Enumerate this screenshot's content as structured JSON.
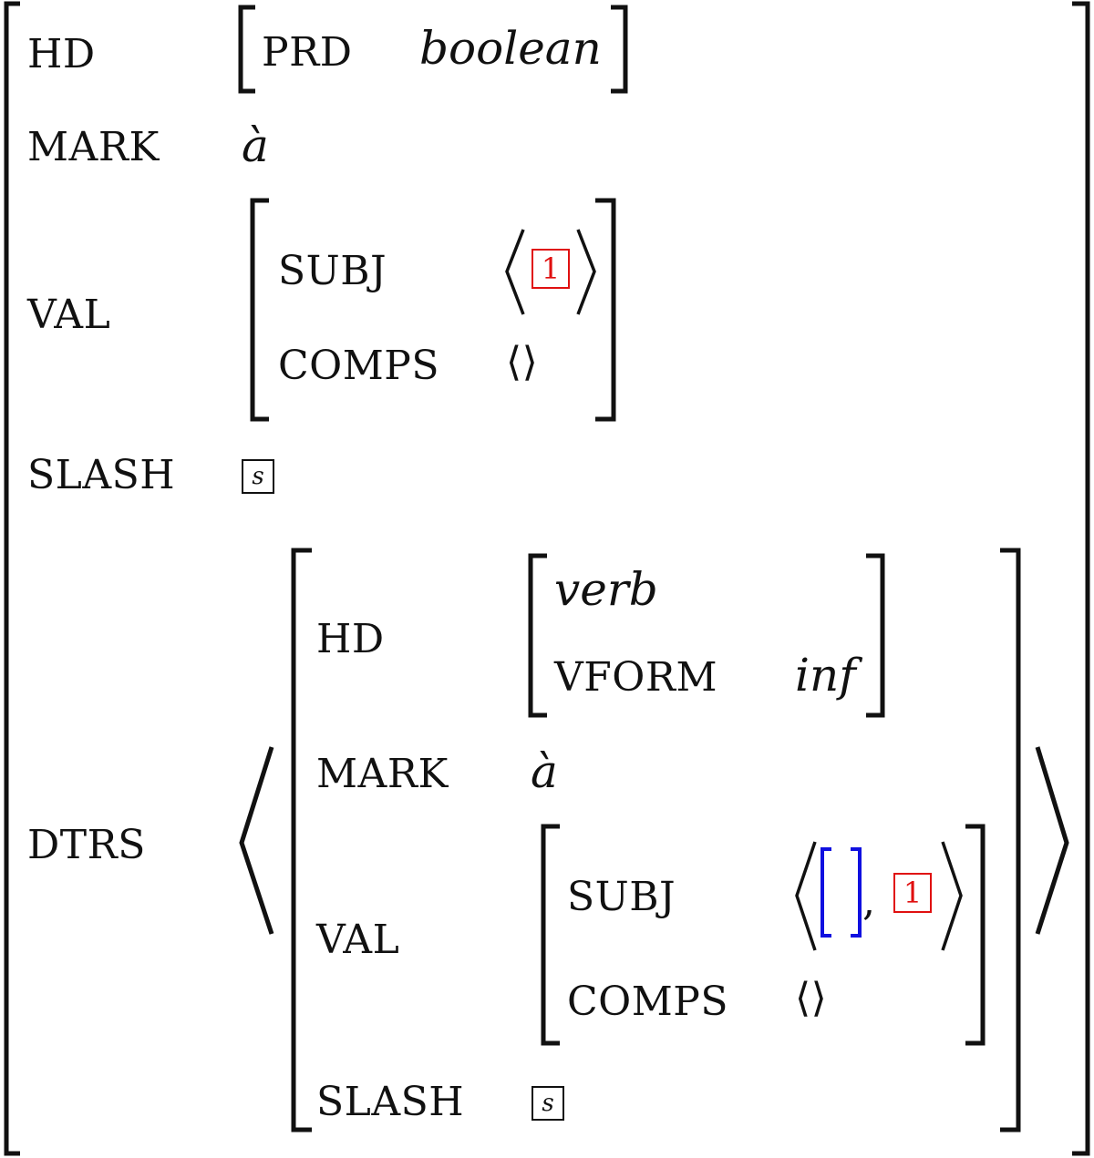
{
  "avm": {
    "hd": {
      "label": "HD",
      "prd_label": "PRD",
      "prd_value": "boolean"
    },
    "mark": {
      "label": "MARK",
      "value": "à"
    },
    "val": {
      "label": "VAL",
      "subj_label": "SUBJ",
      "subj_tag": "1",
      "comps_label": "COMPS",
      "comps_value": "⟨⟩"
    },
    "slash": {
      "label": "SLASH",
      "tag": "s"
    },
    "dtrs": {
      "label": "DTRS",
      "hd": {
        "label": "HD",
        "type": "verb",
        "vform_label": "VFORM",
        "vform_value": "inf"
      },
      "mark": {
        "label": "MARK",
        "value": "à"
      },
      "val": {
        "label": "VAL",
        "subj_label": "SUBJ",
        "subj_comma": ",",
        "subj_tag": "1",
        "comps_label": "COMPS",
        "comps_value": "⟨⟩"
      },
      "slash": {
        "label": "SLASH",
        "tag": "s"
      }
    }
  },
  "colors": {
    "tag": "#e01010",
    "empty_avm": "#1010e0",
    "ink": "#111111"
  }
}
